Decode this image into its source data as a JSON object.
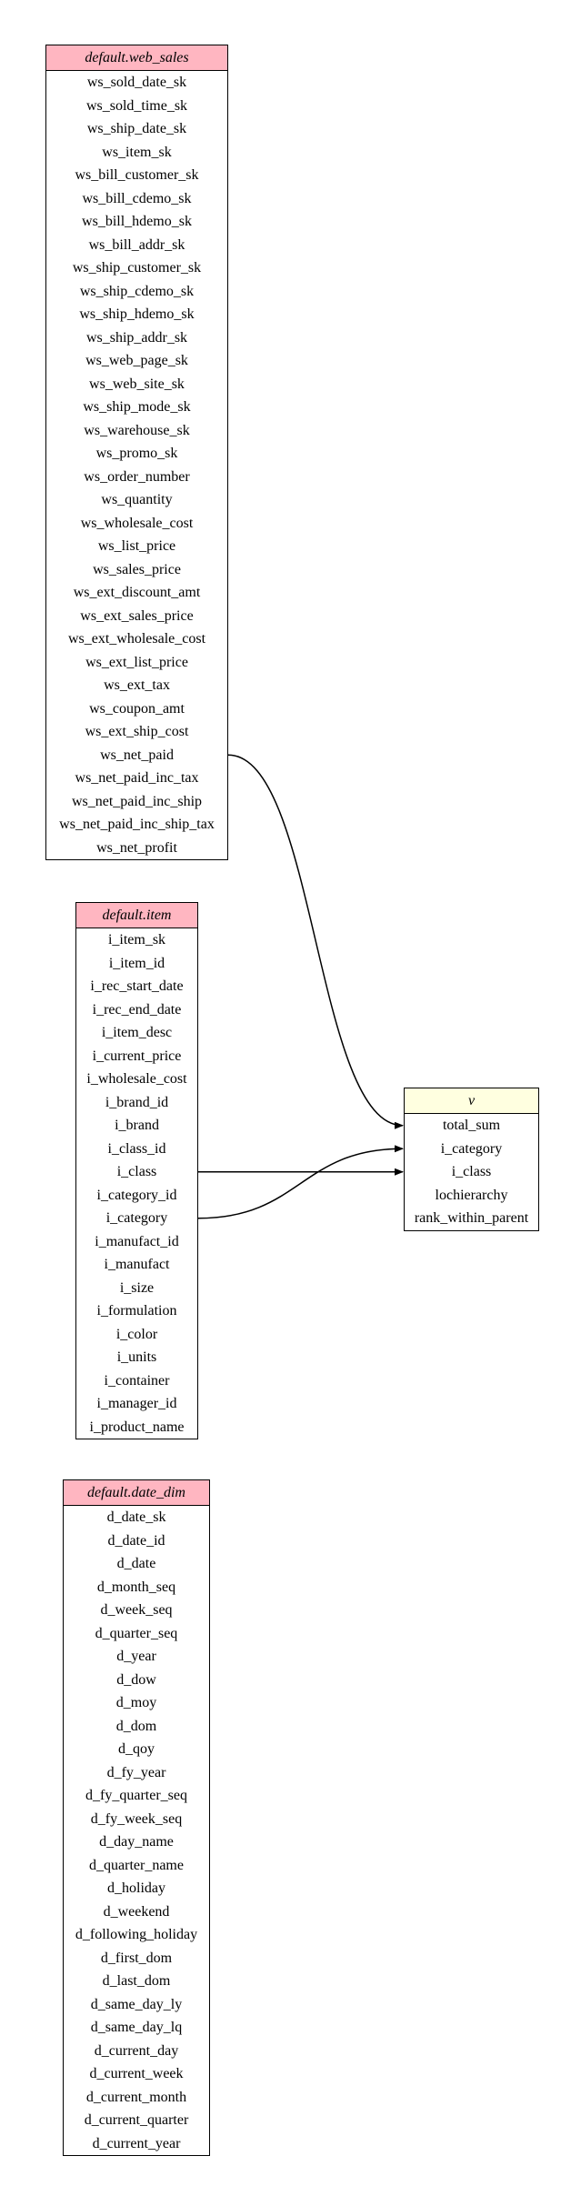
{
  "tables": [
    {
      "id": "web_sales",
      "title": "default.web_sales",
      "kind": "source",
      "columns": [
        "ws_sold_date_sk",
        "ws_sold_time_sk",
        "ws_ship_date_sk",
        "ws_item_sk",
        "ws_bill_customer_sk",
        "ws_bill_cdemo_sk",
        "ws_bill_hdemo_sk",
        "ws_bill_addr_sk",
        "ws_ship_customer_sk",
        "ws_ship_cdemo_sk",
        "ws_ship_hdemo_sk",
        "ws_ship_addr_sk",
        "ws_web_page_sk",
        "ws_web_site_sk",
        "ws_ship_mode_sk",
        "ws_warehouse_sk",
        "ws_promo_sk",
        "ws_order_number",
        "ws_quantity",
        "ws_wholesale_cost",
        "ws_list_price",
        "ws_sales_price",
        "ws_ext_discount_amt",
        "ws_ext_sales_price",
        "ws_ext_wholesale_cost",
        "ws_ext_list_price",
        "ws_ext_tax",
        "ws_coupon_amt",
        "ws_ext_ship_cost",
        "ws_net_paid",
        "ws_net_paid_inc_tax",
        "ws_net_paid_inc_ship",
        "ws_net_paid_inc_ship_tax",
        "ws_net_profit"
      ]
    },
    {
      "id": "item",
      "title": "default.item",
      "kind": "source",
      "columns": [
        "i_item_sk",
        "i_item_id",
        "i_rec_start_date",
        "i_rec_end_date",
        "i_item_desc",
        "i_current_price",
        "i_wholesale_cost",
        "i_brand_id",
        "i_brand",
        "i_class_id",
        "i_class",
        "i_category_id",
        "i_category",
        "i_manufact_id",
        "i_manufact",
        "i_size",
        "i_formulation",
        "i_color",
        "i_units",
        "i_container",
        "i_manager_id",
        "i_product_name"
      ]
    },
    {
      "id": "date_dim",
      "title": "default.date_dim",
      "kind": "source",
      "columns": [
        "d_date_sk",
        "d_date_id",
        "d_date",
        "d_month_seq",
        "d_week_seq",
        "d_quarter_seq",
        "d_year",
        "d_dow",
        "d_moy",
        "d_dom",
        "d_qoy",
        "d_fy_year",
        "d_fy_quarter_seq",
        "d_fy_week_seq",
        "d_day_name",
        "d_quarter_name",
        "d_holiday",
        "d_weekend",
        "d_following_holiday",
        "d_first_dom",
        "d_last_dom",
        "d_same_day_ly",
        "d_same_day_lq",
        "d_current_day",
        "d_current_week",
        "d_current_month",
        "d_current_quarter",
        "d_current_year"
      ]
    },
    {
      "id": "v",
      "title": "v",
      "kind": "target",
      "columns": [
        "total_sum",
        "i_category",
        "i_class",
        "lochierarchy",
        "rank_within_parent"
      ]
    }
  ],
  "edges": [
    {
      "from_table": "web_sales",
      "from_column": "ws_net_paid",
      "to_table": "v",
      "to_column": "total_sum"
    },
    {
      "from_table": "item",
      "from_column": "i_class",
      "to_table": "v",
      "to_column": "i_class"
    },
    {
      "from_table": "item",
      "from_column": "i_category",
      "to_table": "v",
      "to_column": "i_category"
    }
  ],
  "colors": {
    "source_header": "#ffb6c1",
    "target_header": "#ffffe0",
    "edge": "#000000"
  }
}
